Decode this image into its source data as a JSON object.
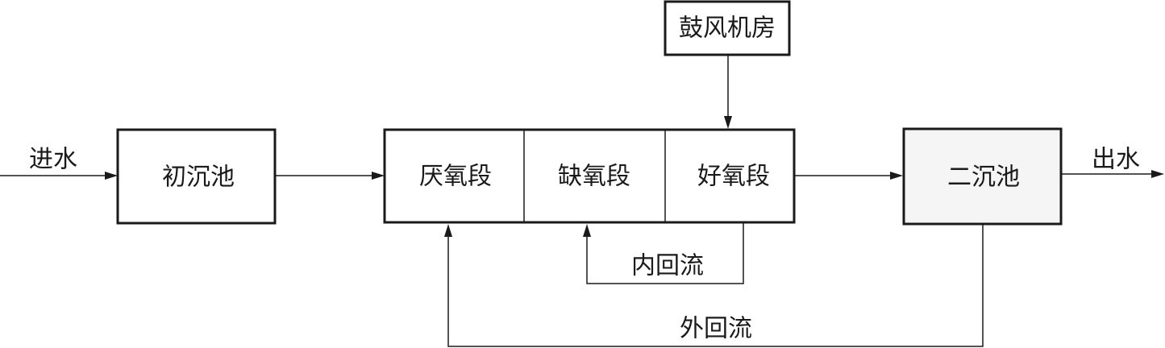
{
  "nodes": {
    "blower_room": "鼓风机房",
    "primary_clarifier": "初沉池",
    "anaerobic": "厌氧段",
    "anoxic": "缺氧段",
    "aerobic": "好氧段",
    "secondary_clarifier": "二沉池"
  },
  "flows": {
    "influent": "进水",
    "effluent": "出水",
    "internal_recycle": "内回流",
    "external_recycle": "外回流"
  }
}
